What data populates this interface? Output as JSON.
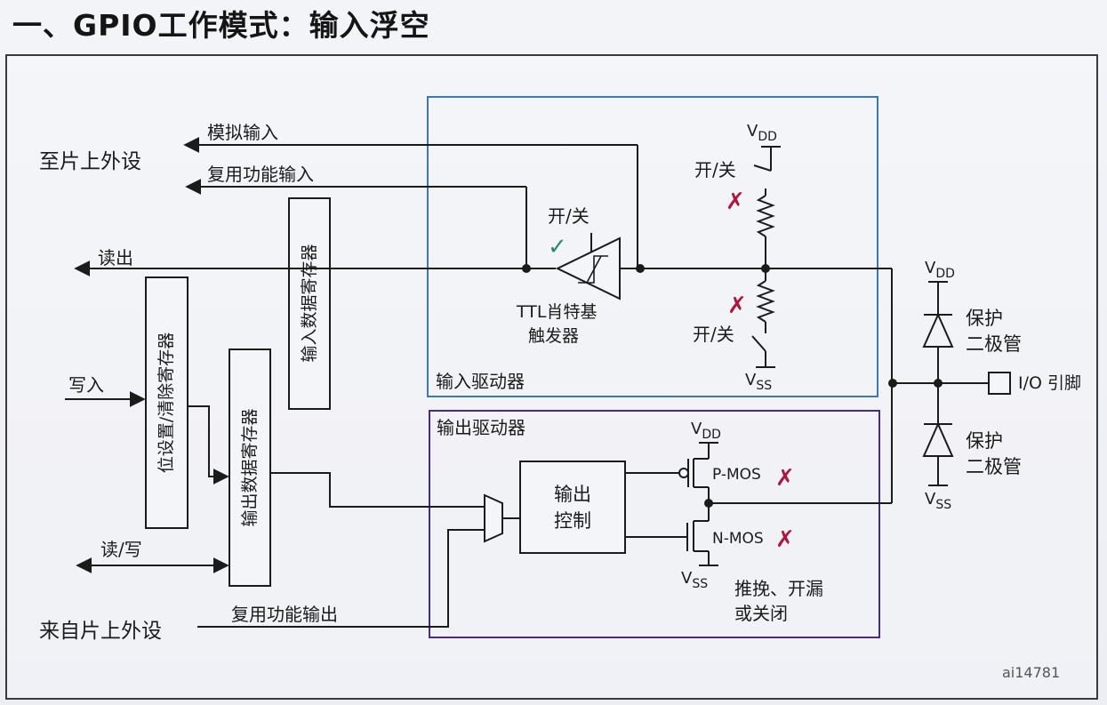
{
  "title": "一、GPIO工作模式：输入浮空",
  "labels": {
    "to_peripheral": "至片上外设",
    "analog_input": "模拟输入",
    "alt_func_input": "复用功能输入",
    "read_out": "读出",
    "write_in": "写入",
    "read_write": "读/写",
    "from_peripheral": "来自片上外设",
    "alt_func_output": "复用功能输出",
    "input_data_register": "输入数据寄存器",
    "bit_set_reset_register": "位设置/清除寄存器",
    "output_data_register": "输出数据寄存器",
    "input_driver": "输入驱动器",
    "output_driver": "输出驱动器",
    "schmitt_switch": "开/关",
    "schmitt_line1": "TTL肖特基",
    "schmitt_line2": "触发器",
    "pullup_switch": "开/关",
    "pulldown_switch": "开/关",
    "output_control_line1": "输出",
    "output_control_line2": "控制",
    "pmos": "P-MOS",
    "nmos": "N-MOS",
    "mode_line1": "推挽、开漏",
    "mode_line2": "或关闭",
    "protect_diode_top_line1": "保护",
    "protect_diode_top_line2": "二极管",
    "protect_diode_bottom_line1": "保护",
    "protect_diode_bottom_line2": "二极管",
    "io_pin": "I/O 引脚",
    "ref": "ai14781"
  },
  "supply": {
    "v": "V",
    "dd": "DD",
    "ss": "SS"
  },
  "marks": {
    "check": "✓",
    "cross": "✗"
  },
  "colors": {
    "input_driver_border": "#3b78b8",
    "output_driver_border": "#4b2a86",
    "check": "#2a8a6a",
    "cross": "#b0163c",
    "line": "#1b1b1b"
  }
}
